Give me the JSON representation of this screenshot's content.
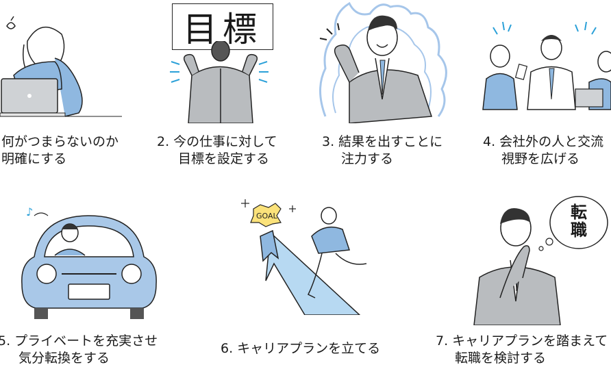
{
  "captions": [
    {
      "line1": "何がつまらないのか",
      "line2": "明確にする"
    },
    {
      "line1": "2.  今の仕事に対して",
      "line2": "目標を設定する"
    },
    {
      "line1": "3.  結果を出すことに",
      "line2": "注力する"
    },
    {
      "line1": "4.  会社外の人と交流",
      "line2": "視野を広げる"
    },
    {
      "line1": "5.  プライベートを充実させ",
      "line2": "気分転換をする"
    },
    {
      "line1": "6.  キャリアプランを立てる",
      "line2": ""
    },
    {
      "line1": "7.  キャリアプランを踏まえて",
      "line2": "転職を検討する"
    }
  ],
  "board_text": "目標",
  "goal_flag_text": "GOAL",
  "bubble": {
    "char1": "転",
    "char2": "職"
  },
  "colors": {
    "shirt_blue": "#8fb8e0",
    "suit_gray": "#b9bcbf",
    "car_blue": "#a9c8e8",
    "arrow_blue": "#b7d9f2",
    "flame_blue": "#a6c6ea",
    "goal_yellow": "#fbe27a",
    "line": "#222222"
  }
}
